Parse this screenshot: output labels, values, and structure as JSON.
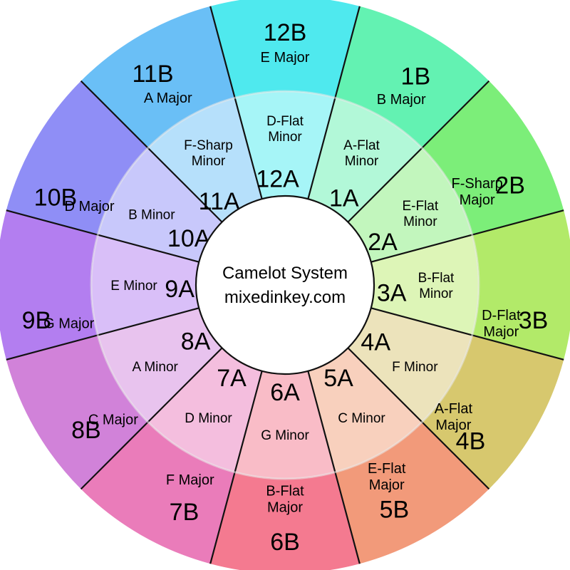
{
  "center": {
    "title": "Camelot System",
    "site": "mixedinkey.com"
  },
  "outer": [
    {
      "code": "12B",
      "key": "E Major",
      "color": "#4fe9ee"
    },
    {
      "code": "1B",
      "key": "B Major",
      "color": "#63f2b2"
    },
    {
      "code": "2B",
      "key": "F-Sharp Major",
      "color": "#7cee79"
    },
    {
      "code": "3B",
      "key": "D-Flat Major",
      "color": "#b2ea69"
    },
    {
      "code": "4B",
      "key": "A-Flat Major",
      "color": "#d7c86e"
    },
    {
      "code": "5B",
      "key": "E-Flat Major",
      "color": "#f29a7a"
    },
    {
      "code": "6B",
      "key": "B-Flat Major",
      "color": "#f47a90"
    },
    {
      "code": "7B",
      "key": "F Major",
      "color": "#ea7cba"
    },
    {
      "code": "8B",
      "key": "C Major",
      "color": "#d182d9"
    },
    {
      "code": "9B",
      "key": "G Major",
      "color": "#b37ef0"
    },
    {
      "code": "10B",
      "key": "D Major",
      "color": "#8f8ef6"
    },
    {
      "code": "11B",
      "key": "A Major",
      "color": "#6abff6"
    }
  ],
  "inner": [
    {
      "code": "12A",
      "key": "D-Flat Minor",
      "color": "#a6f5f7"
    },
    {
      "code": "1A",
      "key": "A-Flat Minor",
      "color": "#b2f8d8"
    },
    {
      "code": "2A",
      "key": "E-Flat Minor",
      "color": "#c2f6bd"
    },
    {
      "code": "3A",
      "key": "B-Flat Minor",
      "color": "#ddf5b7"
    },
    {
      "code": "4A",
      "key": "F Minor",
      "color": "#ece3bb"
    },
    {
      "code": "5A",
      "key": "C Minor",
      "color": "#f8d0bd"
    },
    {
      "code": "6A",
      "key": "G Minor",
      "color": "#f9bcc7"
    },
    {
      "code": "7A",
      "key": "D Minor",
      "color": "#f4bede"
    },
    {
      "code": "8A",
      "key": "A Minor",
      "color": "#e8c3ee"
    },
    {
      "code": "9A",
      "key": "E Minor",
      "color": "#d9bff8"
    },
    {
      "code": "10A",
      "key": "B Minor",
      "color": "#c8c8fb"
    },
    {
      "code": "11A",
      "key": "F-Sharp Minor",
      "color": "#b6e0fb"
    }
  ],
  "line_color": "#111111",
  "inner_ring_stroke": "#e8e8e8",
  "center_fill": "#ffffff"
}
